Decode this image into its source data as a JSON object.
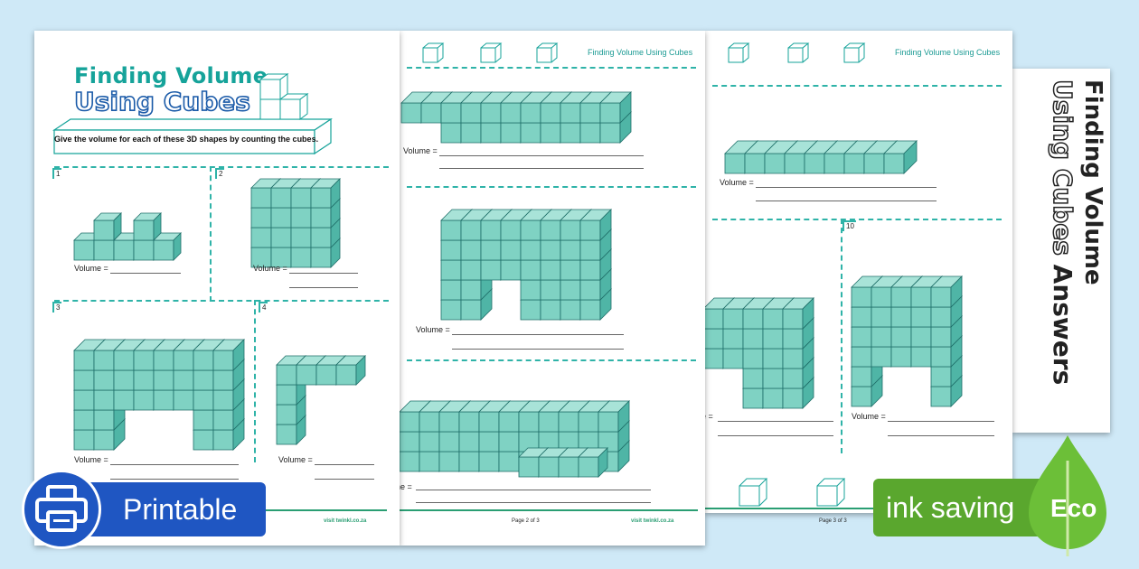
{
  "page1": {
    "title_line1": "Finding Volume",
    "title_line2": "Using Cubes",
    "instruction": "Give the volume for each of these 3D shapes by counting the cubes.",
    "question_numbers": [
      "1",
      "2",
      "3",
      "4"
    ],
    "volume_label": "Volume =",
    "footer_url": "visit twinkl.co.za"
  },
  "page2": {
    "header": "Finding Volume Using Cubes",
    "volume_label": "Volume =",
    "partial_volume_label": "ne =",
    "footer_url": "visit twinkl.co.za",
    "page_number": "Page 2 of 3"
  },
  "page3": {
    "header": "Finding Volume Using Cubes",
    "question_number": "10",
    "volume_label": "Volume =",
    "partial_volume_label": "e =",
    "page_number": "Page 3 of 3"
  },
  "cover": {
    "line1": "Finding Volume",
    "line2": "Using Cubes",
    "line2_suffix": "Answers"
  },
  "badges": {
    "printable": "Printable",
    "ink_saving": "ink saving",
    "eco": "Eco"
  },
  "colors": {
    "background": "#cfe9f7",
    "cube_teal": "#7fd2c3",
    "accent_teal": "#16a39a",
    "printable_blue": "#1f56c2",
    "eco_green": "#5aa72e"
  }
}
